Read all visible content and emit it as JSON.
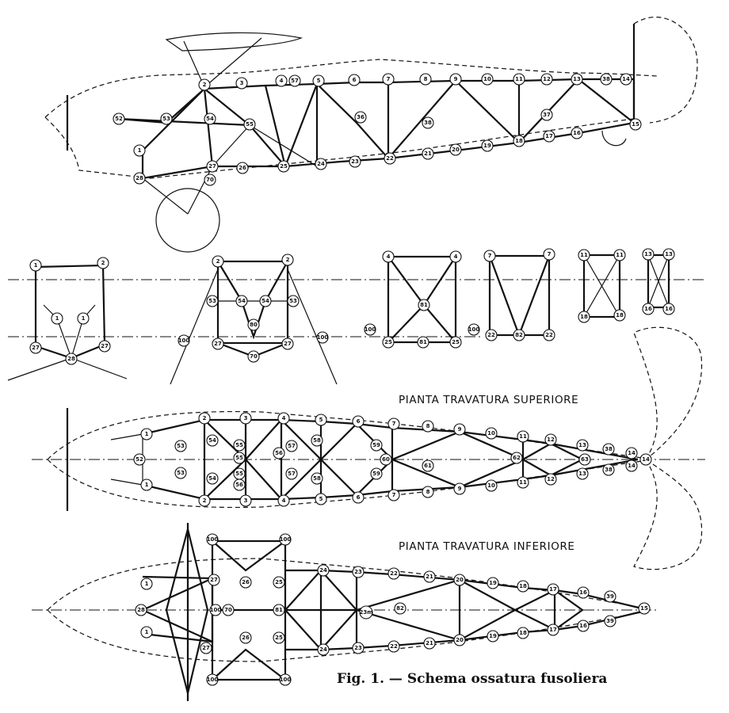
{
  "caption": "Fig. 1. — Schema ossatura fusoliera",
  "heading_superiore": "PIANTA TRAVATURA SUPERIORE",
  "heading_inferiore": "PIANTA TRAVATURA INFERIORE",
  "side_view_labels": [
    "2",
    "3",
    "4",
    "57",
    "5",
    "6",
    "7",
    "8",
    "9",
    "10",
    "11",
    "12",
    "13",
    "38",
    "14",
    "1",
    "52",
    "53",
    "54",
    "55",
    "36",
    "37",
    "38",
    "15",
    "16",
    "17",
    "18",
    "19",
    "20",
    "21",
    "22",
    "23",
    "24",
    "25",
    "26",
    "27",
    "28",
    "70"
  ],
  "section_1_labels": [
    "1",
    "2",
    "1",
    "1",
    "27",
    "27",
    "28"
  ],
  "section_2_labels": [
    "2",
    "2",
    "53",
    "54",
    "54",
    "53",
    "80",
    "100",
    "27",
    "70",
    "27",
    "100"
  ],
  "section_3_labels": [
    "4",
    "4",
    "81",
    "100",
    "25",
    "81",
    "25",
    "100"
  ],
  "section_4_labels": [
    "7",
    "7",
    "22",
    "82",
    "22"
  ],
  "section_5_labels": [
    "11",
    "11",
    "18",
    "18"
  ],
  "section_6_labels": [
    "13",
    "13",
    "16",
    "16"
  ],
  "top_plan_labels": [
    "1",
    "2",
    "3",
    "4",
    "5",
    "6",
    "7",
    "8",
    "9",
    "10",
    "11",
    "12",
    "13",
    "38",
    "14",
    "14",
    "1",
    "2",
    "3",
    "4",
    "5",
    "6",
    "7",
    "8",
    "9",
    "10",
    "11",
    "12",
    "13",
    "38",
    "14",
    "52",
    "53",
    "53",
    "54",
    "54",
    "55",
    "55",
    "55",
    "56",
    "56",
    "57",
    "57",
    "58",
    "58",
    "59",
    "59",
    "60",
    "61",
    "62",
    "63"
  ],
  "bottom_plan_labels": [
    "100",
    "100",
    "100",
    "100",
    "1",
    "1",
    "28",
    "27",
    "27",
    "26",
    "25",
    "26",
    "25",
    "100",
    "70",
    "81",
    "24",
    "24",
    "23",
    "23",
    "22",
    "22",
    "21",
    "21",
    "20",
    "20",
    "19",
    "19",
    "18",
    "18",
    "17",
    "17",
    "16",
    "16",
    "39",
    "39",
    "15",
    "23m",
    "82"
  ]
}
